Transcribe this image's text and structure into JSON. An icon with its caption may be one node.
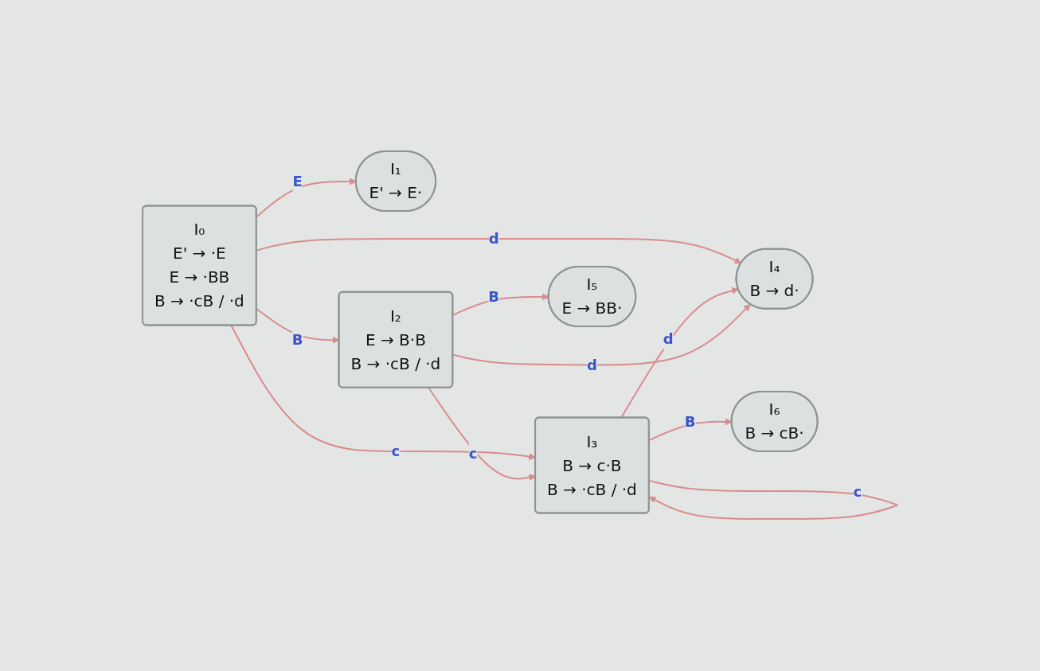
{
  "diagram": {
    "nodes": [
      {
        "text": [
          "I₀",
          "E' → ·E",
          "E → ·BB",
          "B → ·cB / ·d"
        ]
      },
      {
        "text": [
          "I₁",
          "E' → E·"
        ]
      },
      {
        "text": [
          "I₂",
          "E → B·B",
          "B → ·cB / ·d"
        ]
      },
      {
        "text": [
          "I₃",
          "B → c·B",
          "B → ·cB / ·d"
        ]
      },
      {
        "text": [
          "I₄",
          "B → d·"
        ]
      },
      {
        "text": [
          "I₅",
          "E → BB·"
        ]
      },
      {
        "text": [
          "I₆",
          "B → cB·"
        ]
      }
    ],
    "edges": [
      {
        "from": 0,
        "to": 1,
        "label": "E",
        "arrow": "to"
      },
      {
        "from": 0,
        "to": 2,
        "label": "B",
        "arrow": "to"
      },
      {
        "from": 0,
        "to": 3,
        "label": "c",
        "arrow": "to"
      },
      {
        "from": 0,
        "to": 4,
        "label": "d",
        "arrow": "to"
      },
      {
        "from": 2,
        "to": 5,
        "label": "B",
        "arrow": "to"
      },
      {
        "from": 2,
        "to": 3,
        "label": "c",
        "arrow": "to"
      },
      {
        "from": 3,
        "to": 6,
        "label": "B",
        "arrow": "to"
      },
      {
        "from": 3,
        "to": 4,
        "label": "d",
        "arrow": "to"
      },
      {
        "from": 3,
        "to": 3,
        "label": "c",
        "arrow": "to"
      },
      {
        "from": 2,
        "to": 4,
        "label": "d",
        "arrow": "to"
      }
    ]
  }
}
